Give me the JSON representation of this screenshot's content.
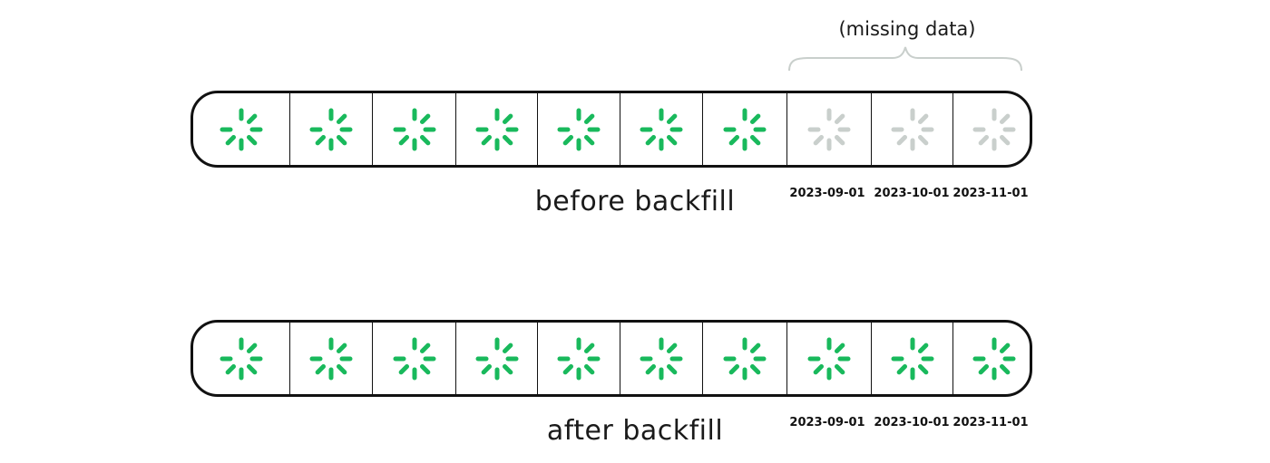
{
  "colors": {
    "active": "#19b95c",
    "missing": "#c9cfcc",
    "outline": "#111111"
  },
  "icon": "loading-spinner-icon",
  "annotation": {
    "missing_data": "(missing data)"
  },
  "rows": [
    {
      "label": "before backfill",
      "cells": [
        "active",
        "active",
        "active",
        "active",
        "active",
        "active",
        "active",
        "missing",
        "missing",
        "missing"
      ],
      "dates": [
        "2023-09-01",
        "2023-10-01",
        "2023-11-01"
      ]
    },
    {
      "label": "after backfill",
      "cells": [
        "active",
        "active",
        "active",
        "active",
        "active",
        "active",
        "active",
        "active",
        "active",
        "active"
      ],
      "dates": [
        "2023-09-01",
        "2023-10-01",
        "2023-11-01"
      ]
    }
  ]
}
